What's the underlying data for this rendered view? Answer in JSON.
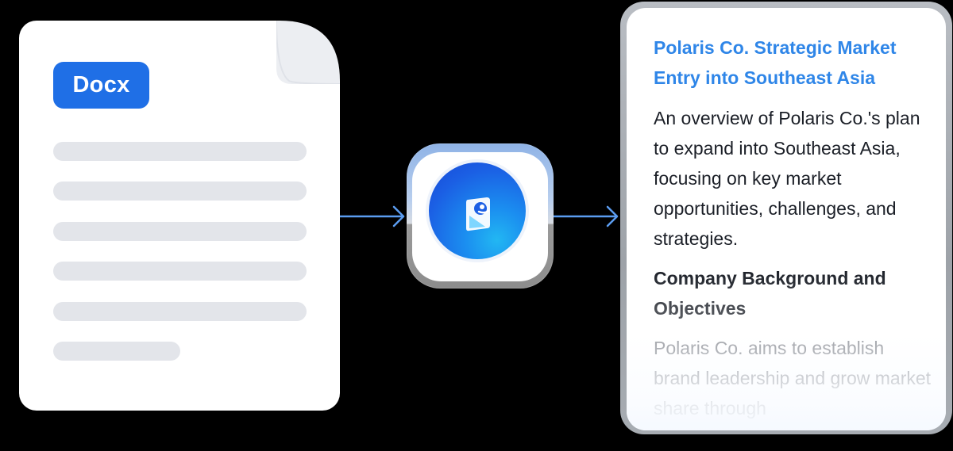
{
  "document": {
    "badge_label": "Docx",
    "badge_color": "#1f6fe6",
    "placeholder_lines": 6
  },
  "app": {
    "icon": "app-logo-icon",
    "accent_color": "#1b6fe8"
  },
  "arrows": {
    "color": "#5b9cf0",
    "icon": "arrow-right-icon"
  },
  "preview": {
    "title": "Polaris Co. Strategic Market Entry into Southeast Asia",
    "title_color": "#2f86e8",
    "summary": "An overview of Polaris Co.'s plan to expand into Southeast Asia, focusing on key market opportunities, challenges, and strategies.",
    "section_heading": "Company Background and Objectives",
    "section_text": "Polaris Co. aims to establish brand leadership and grow market share through"
  }
}
